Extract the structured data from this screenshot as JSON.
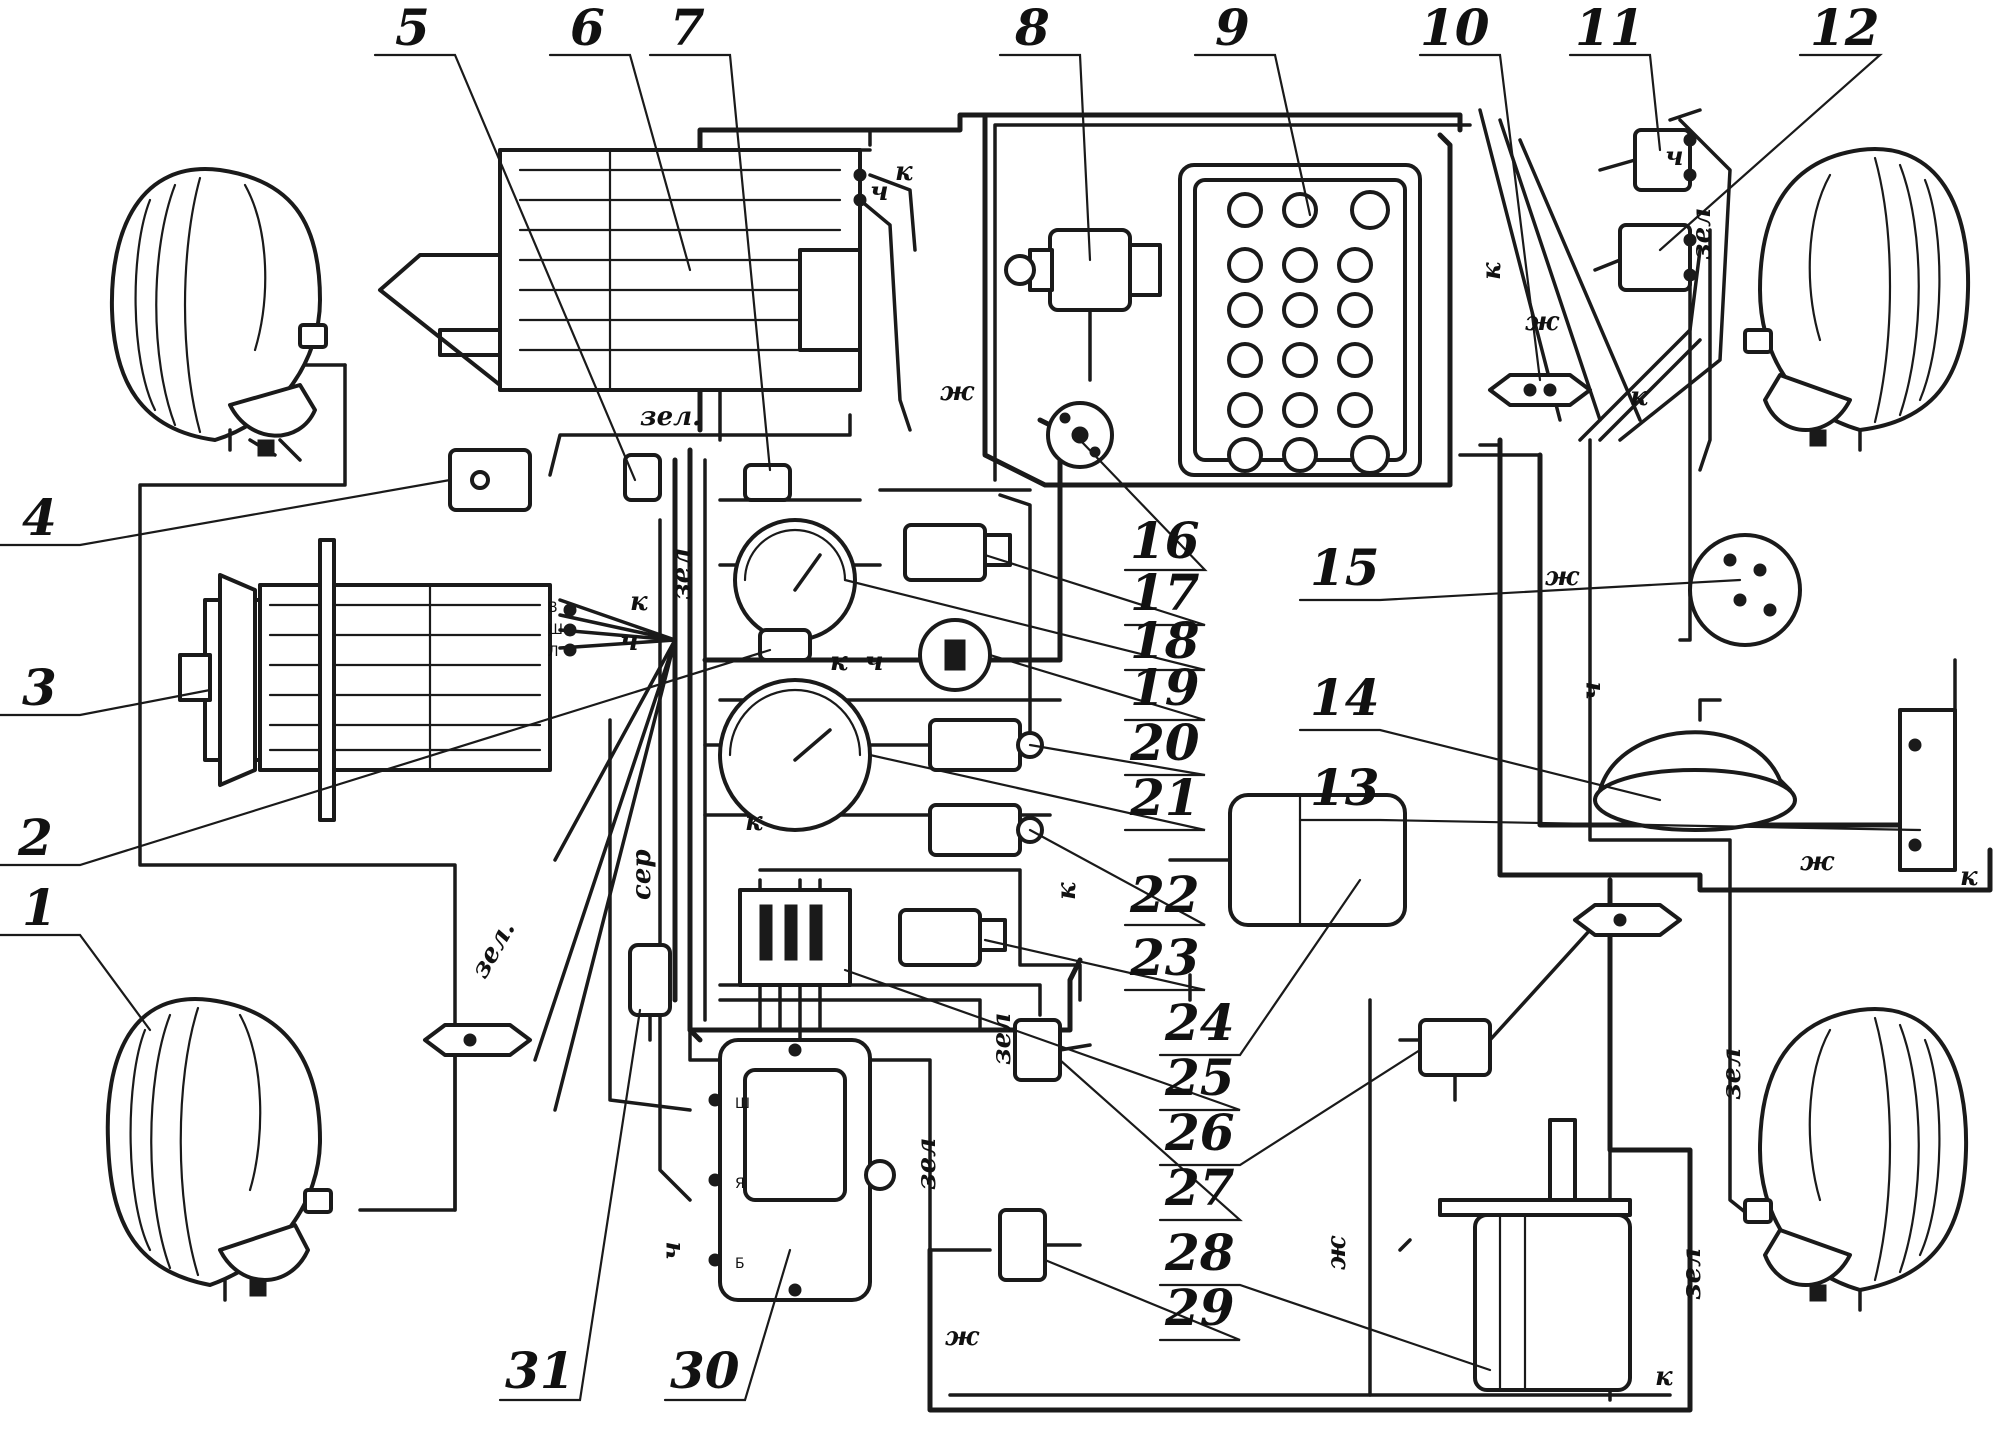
{
  "callouts": [
    "1",
    "2",
    "3",
    "4",
    "5",
    "6",
    "7",
    "8",
    "9",
    "10",
    "11",
    "12",
    "13",
    "14",
    "15",
    "16",
    "17",
    "18",
    "19",
    "20",
    "21",
    "22",
    "23",
    "24",
    "25",
    "26",
    "27",
    "28",
    "29",
    "30",
    "31"
  ],
  "wire_labels": {
    "green": "зел.",
    "green_short": "зел",
    "yellow": "ж",
    "red": "к",
    "black": "ч",
    "grey": "сер"
  },
  "terminal_labels": {
    "gen_b": "В",
    "gen_sh": "Ш",
    "gen_l": "Л",
    "reg_sh": "Ш",
    "reg_ya": "Я",
    "reg_b": "Б"
  },
  "icons": [
    "headlamp-icon",
    "starter-motor-icon",
    "generator-icon",
    "battery-icon",
    "ammeter-icon",
    "gauge-icon",
    "switch-icon",
    "fuse-block-icon",
    "horn-icon",
    "wiper-motor-icon",
    "relay-regulator-icon",
    "socket-icon",
    "lamp-icon"
  ]
}
